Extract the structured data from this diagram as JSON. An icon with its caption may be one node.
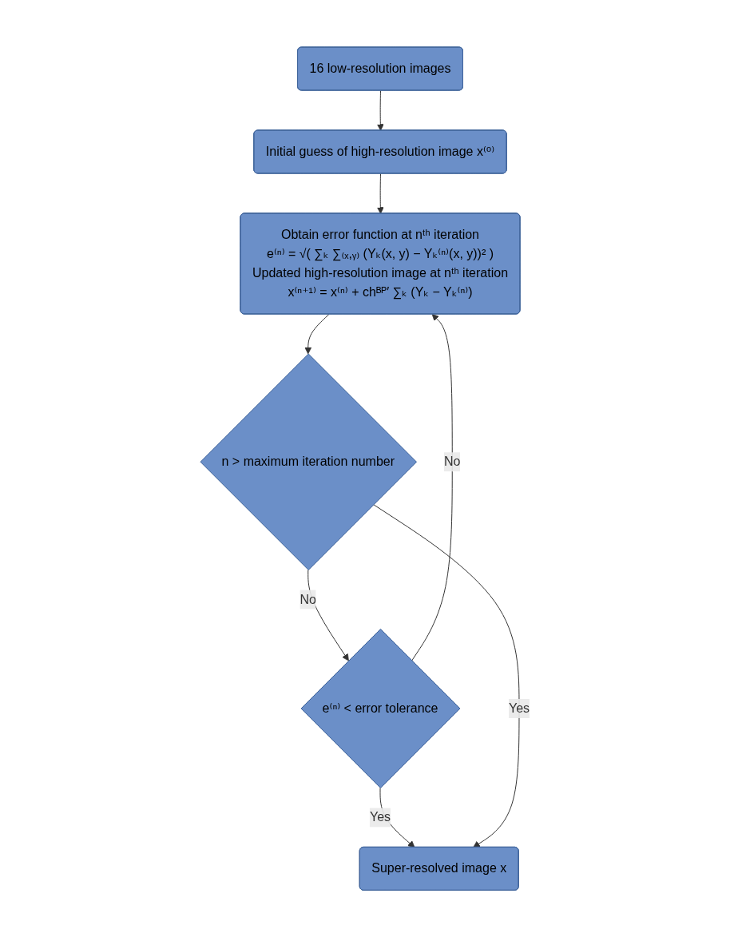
{
  "diagram": {
    "nodes": [
      {
        "text": [
          "16 low-resolution images"
        ]
      },
      {
        "text": [
          "Initial guess of high-resolution image x⁽⁰⁾"
        ]
      },
      {
        "text": [
          "Obtain error function at nᵗʰ iteration",
          "e⁽ⁿ⁾ = √( ∑ₖ ∑₍ₓ,ᵧ₎ (Yₖ(x, y) − Yₖ⁽ⁿ⁾(x, y))² )",
          "Updated high-resolution image at nᵗʰ iteration",
          "x⁽ⁿ⁺¹⁾ = x⁽ⁿ⁾ + chᴮᴾ′ ∑ₖ (Yₖ − Yₖ⁽ⁿ⁾)"
        ]
      },
      {
        "text": [
          "n > maximum iteration number"
        ]
      },
      {
        "text": [
          "e⁽ⁿ⁾ < error tolerance"
        ]
      },
      {
        "text": [
          "Super-resolved image x"
        ]
      }
    ],
    "edges": [
      {
        "from": 0,
        "to": 1,
        "arrow": "to"
      },
      {
        "from": 1,
        "to": 2,
        "arrow": "to"
      },
      {
        "from": 2,
        "to": 3,
        "arrow": "to"
      },
      {
        "from": 3,
        "to": 4,
        "arrow": "to",
        "label": "No"
      },
      {
        "from": 4,
        "to": 2,
        "arrow": "to",
        "label": "No"
      },
      {
        "from": 4,
        "to": 5,
        "arrow": "to",
        "label": "Yes"
      },
      {
        "from": 3,
        "to": 5,
        "arrow": "to",
        "label": "Yes"
      }
    ]
  }
}
